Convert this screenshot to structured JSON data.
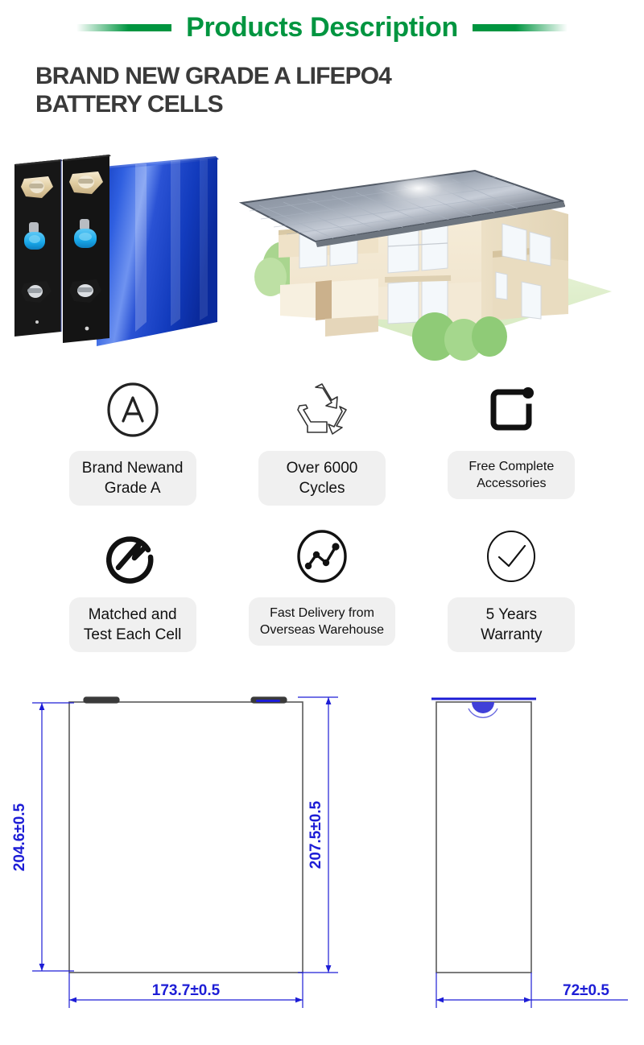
{
  "header": {
    "title": "Products Description",
    "accent_color": "#009540",
    "dash_left_icon": "dash-left",
    "dash_right_icon": "dash-right"
  },
  "hero": {
    "title": "BRAND NEW GRADE A LIFEPO4 BATTERY CELLS",
    "title_color": "#3a3a3a",
    "battery_image_alt": "prismatic-lifepo4-cells",
    "house_image_alt": "house-with-solar-roof"
  },
  "features": [
    {
      "icon": "circled-a-icon",
      "label": "Brand Newand\nGrade A",
      "size": "lg"
    },
    {
      "icon": "recycle-icon",
      "label": "Over 6000\nCycles",
      "size": "lg"
    },
    {
      "icon": "accessories-bracket-icon",
      "label": "Free Complete\nAccessories",
      "size": "md"
    },
    {
      "icon": "lightning-circle-icon",
      "label": "Matched and\nTest Each Cell",
      "size": "lg"
    },
    {
      "icon": "line-chart-circle-icon",
      "label": "Fast Delivery from\nOverseas Warehouse",
      "size": "md"
    },
    {
      "icon": "check-circle-icon",
      "label": "5 Years\nWarranty",
      "size": "lg"
    }
  ],
  "drawings": {
    "line_color": "#1d1dd6",
    "outline_color": "#5a5a5a",
    "front_view": {
      "height_left": "204.6±0.5",
      "height_right": "207.5±0.5",
      "width_bottom": "173.7±0.5"
    },
    "side_view": {
      "width_bottom": "72±0.5"
    }
  }
}
